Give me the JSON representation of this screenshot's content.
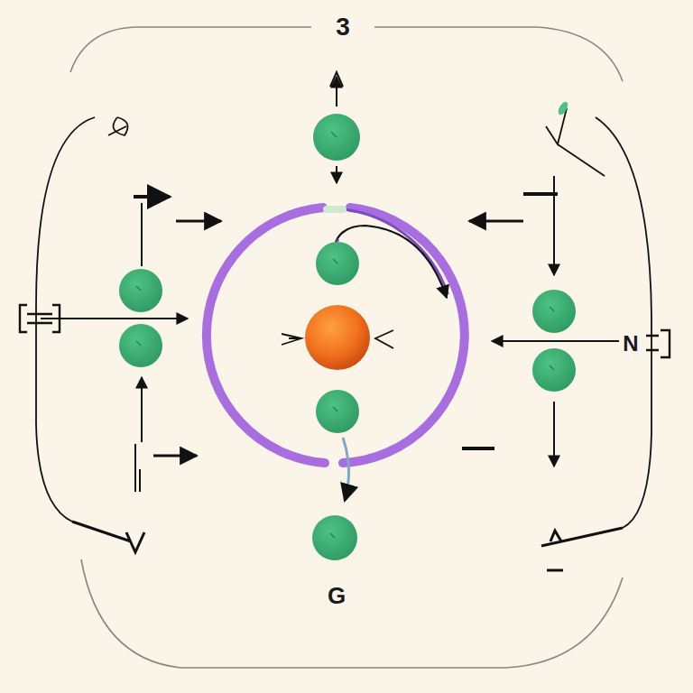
{
  "diagram": {
    "labels": [
      "3",
      "G",
      "N"
    ]
  }
}
